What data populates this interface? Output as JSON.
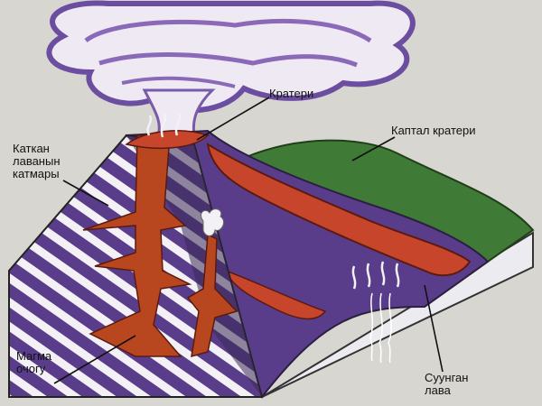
{
  "labels": {
    "crater": "Кратери",
    "side_crater": "Каптал кратери",
    "lava_layers": "Каткан\nлаванын\nкатмары",
    "magma_chamber": "Магма\nочогу",
    "flowing_lava": "Суунган\nлава"
  },
  "colors": {
    "background": "#d8d6d0",
    "purple_rock": "#5a3d8a",
    "dark_rock": "#3a2a55",
    "magma": "#b8461e",
    "lava": "#c7452b",
    "green_slope": "#3f7a37",
    "smoke": "#efe9f3",
    "smoke_edge": "#7a5aa8",
    "stripe_light": "#f3f1f6",
    "block_side": "#ecebef"
  }
}
